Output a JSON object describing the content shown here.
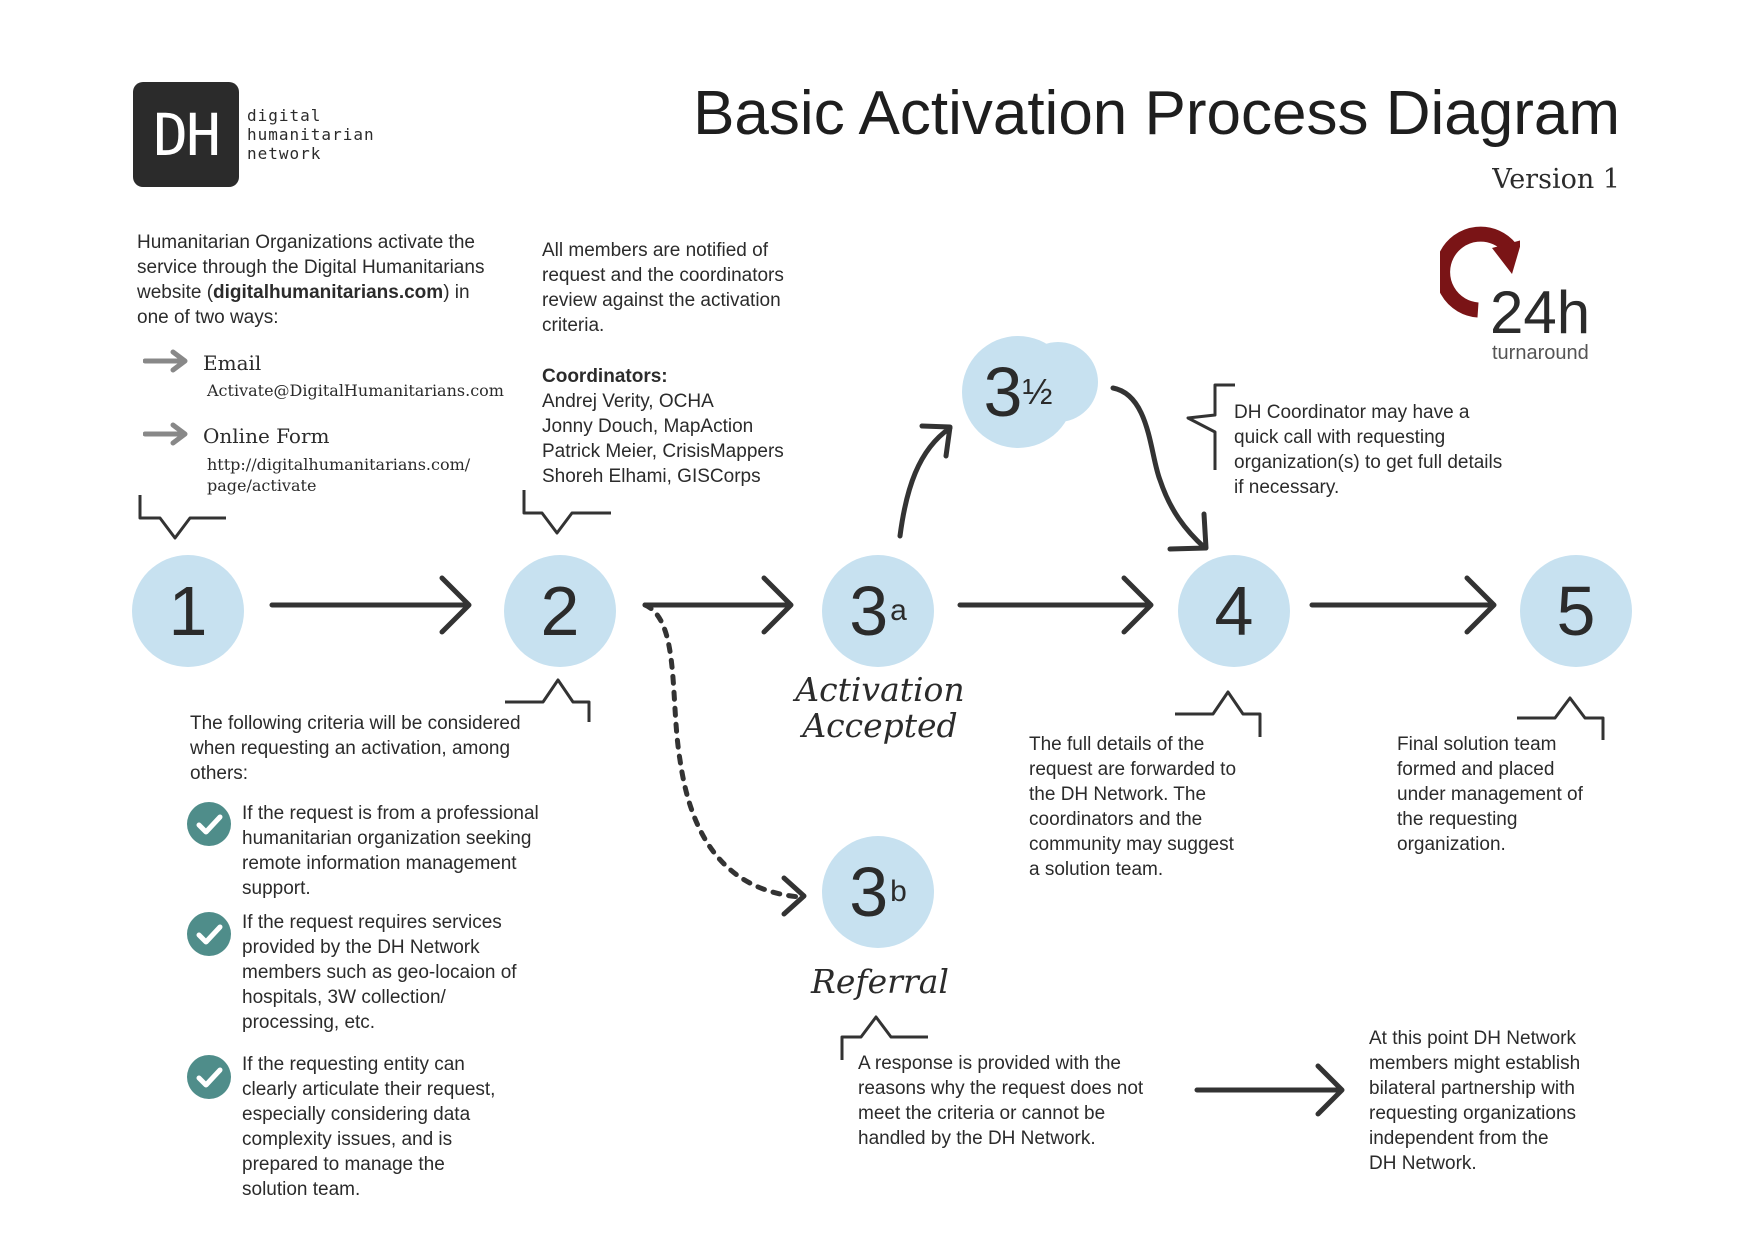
{
  "header": {
    "logo_mark": "DH",
    "logo_words": [
      "digital",
      "humanitarian",
      "network"
    ],
    "title": "Basic Activation Process Diagram",
    "version": "Version 1"
  },
  "turnaround": {
    "hours": "24h",
    "label": "turnaround",
    "accent": "#7a1416"
  },
  "intro": {
    "lines": [
      "Humanitarian Organizations activate the",
      "service through the Digital Humanitarians",
      "website (",
      "digitalhumanitarians.com",
      ") in",
      "one of two ways:"
    ],
    "email_label": "Email",
    "email_value": "Activate@DigitalHumanitarians.com",
    "form_label": "Online Form",
    "form_value_1": "http://digitalhumanitarians.com/",
    "form_value_2": "page/activate"
  },
  "notify": {
    "lines": [
      "All members are notified of",
      "request and the coordinators",
      "review against the activation",
      "criteria."
    ],
    "coordinators_title": "Coordinators:",
    "coordinators": [
      "Andrej Verity, OCHA",
      "Jonny Douch, MapAction",
      "Patrick Meier, CrisisMappers",
      "Shoreh Elhami, GISCorps"
    ]
  },
  "nodes": {
    "n1": "1",
    "n2": "2",
    "n3a": "3",
    "n3a_sub": "a",
    "n3b": "3",
    "n3b_sub": "b",
    "n3half": "3",
    "n3half_frac": "½",
    "n4": "4",
    "n5": "5",
    "color": "#c7e1f0"
  },
  "labels": {
    "accepted_1": "Activation",
    "accepted_2": "Accepted",
    "referral": "Referral"
  },
  "call_note": [
    "DH Coordinator may have a",
    "quick call with requesting",
    "organization(s) to get full details",
    "if necessary."
  ],
  "criteria": {
    "intro": [
      "The following criteria will be considered",
      "when requesting an activation, among",
      "others:"
    ],
    "items": [
      [
        "If the request is from a professional",
        "humanitarian organization seeking",
        "remote information management",
        "support."
      ],
      [
        "If the request requires services",
        "provided by the DH Network",
        "members such as geo-locaion of",
        "hospitals, 3W collection/",
        "processing, etc."
      ],
      [
        "If the requesting entity can",
        "clearly articulate their request,",
        "especially considering data",
        "complexity issues, and is",
        "prepared to manage the",
        "solution team."
      ]
    ],
    "check_color": "#4f8d8a"
  },
  "forward_note": [
    "The full details of the",
    "request are forwarded to",
    "the DH Network. The",
    "coordinators and the",
    "community may suggest",
    "a solution team."
  ],
  "final_note": [
    "Final solution team",
    "formed and placed",
    "under management of",
    "the requesting",
    "organization."
  ],
  "referral_note": [
    "A response is provided with the",
    "reasons why the request does not",
    "meet the criteria or cannot be",
    "handled by the DH Network."
  ],
  "partnership_note": [
    "At this point DH Network",
    "members might establish",
    "bilateral partnership with",
    "requesting organizations",
    "independent from the",
    "DH Network."
  ]
}
